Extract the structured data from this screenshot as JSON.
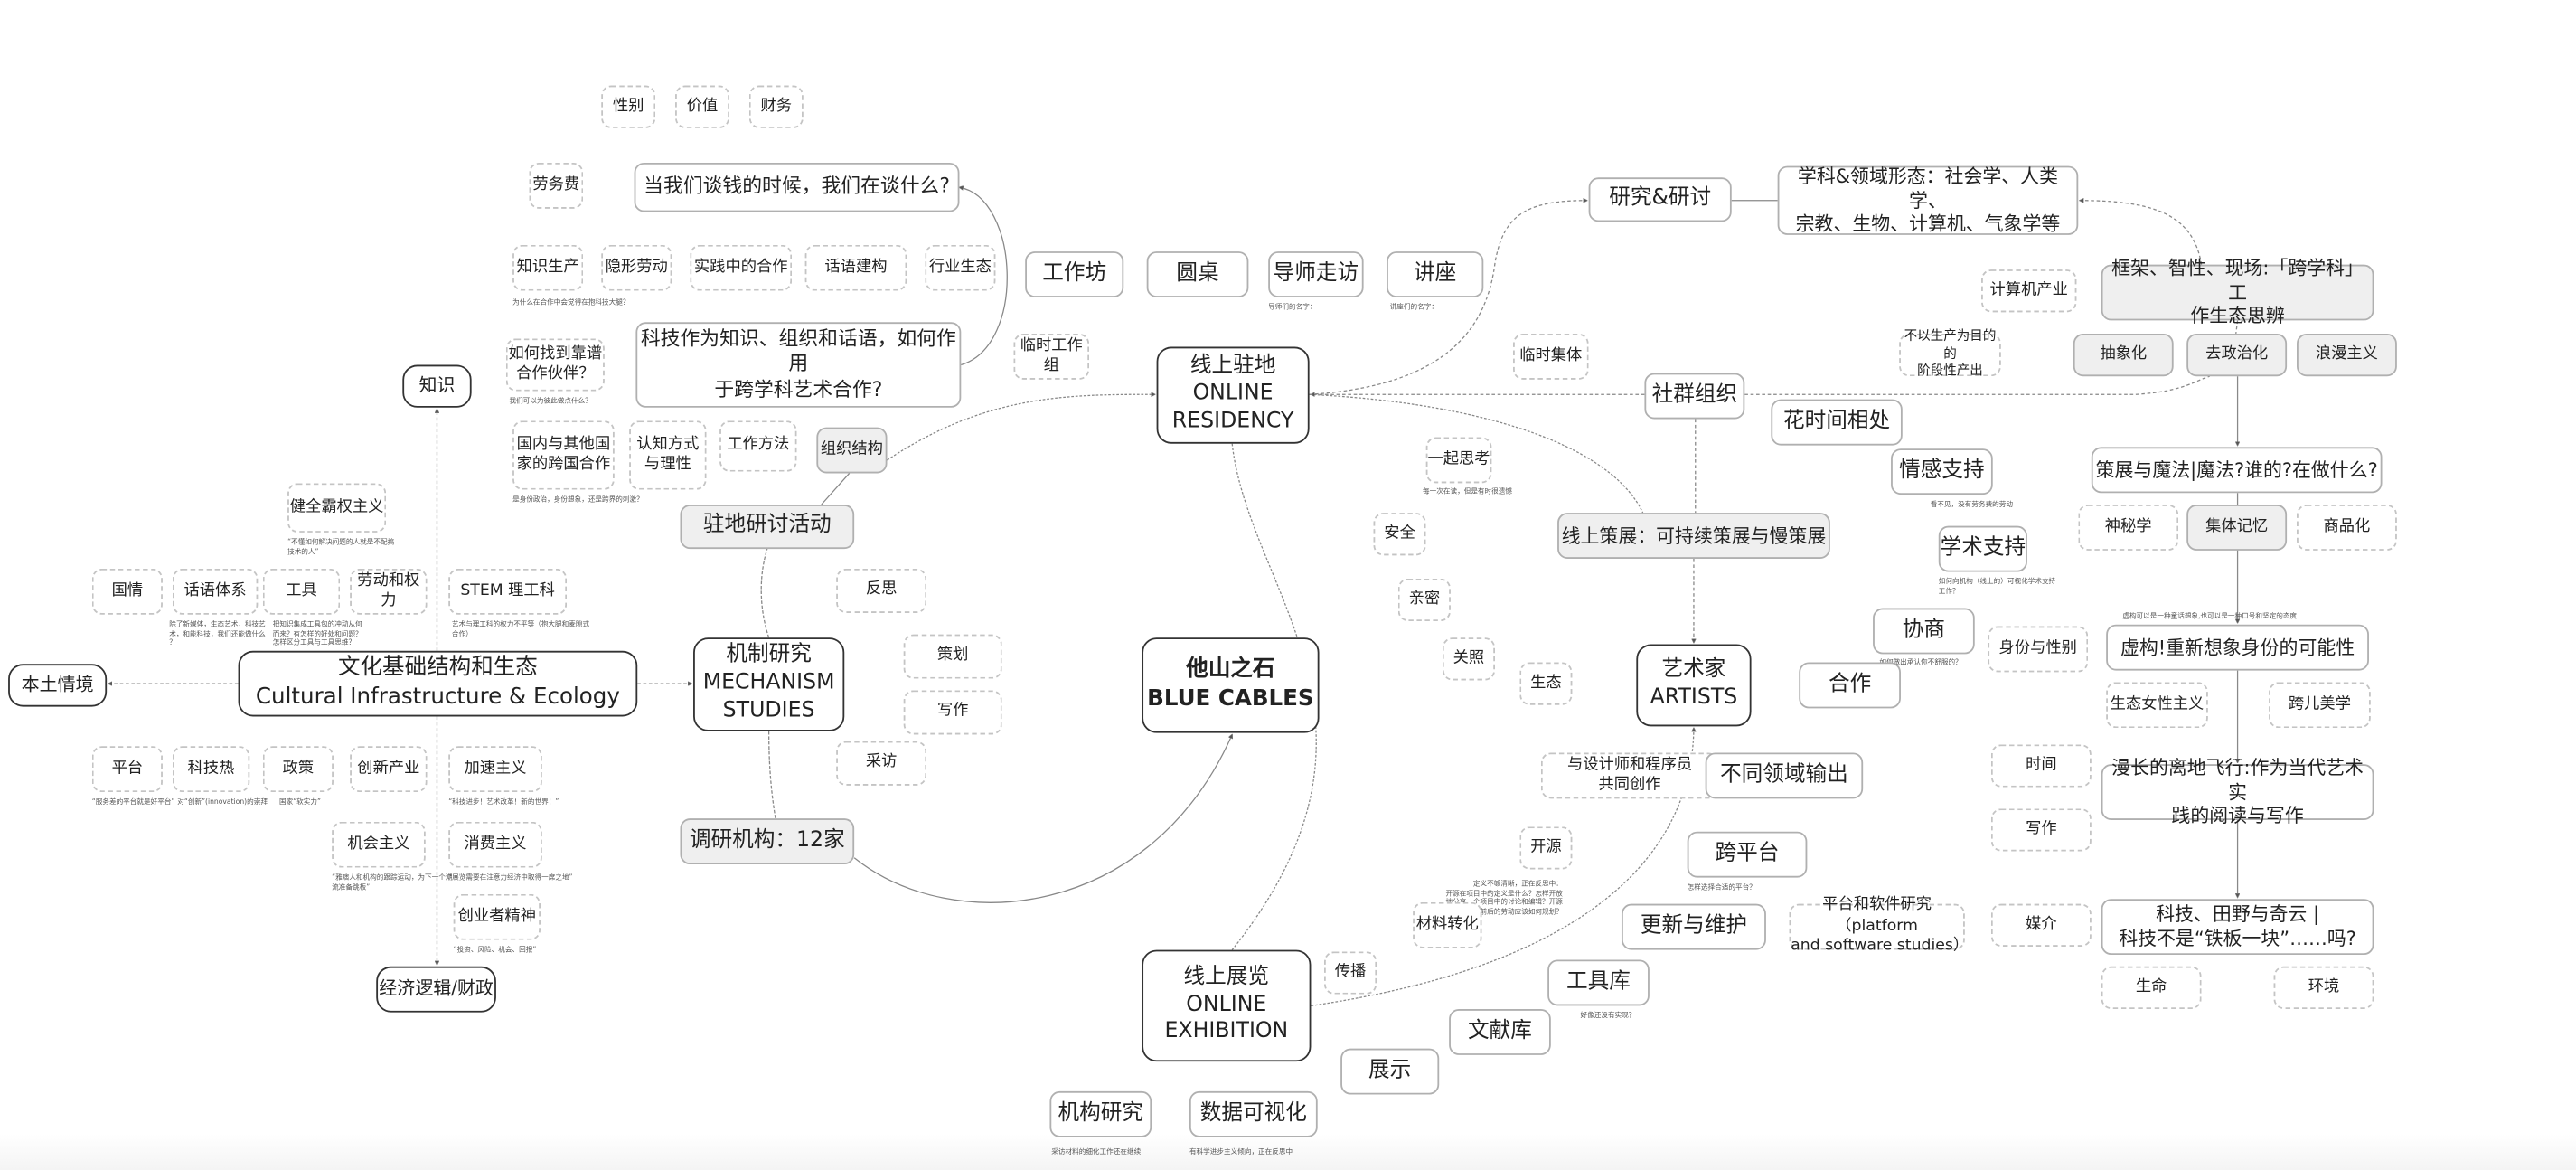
{
  "nodes": {
    "n_gender": {
      "label": "性别"
    },
    "n_value": {
      "label": "价值"
    },
    "n_finance": {
      "label": "财务"
    },
    "n_fee": {
      "label": "劳务费"
    },
    "n_money": {
      "label": "当我们谈钱的时候，我们在谈什么?"
    },
    "n_knowprod": {
      "label": "知识生产",
      "note": "为什么在合作中会觉得在抱科技大腿？"
    },
    "n_invisible": {
      "label": "隐形劳动"
    },
    "n_practice": {
      "label": "实践中的合作"
    },
    "n_discourse": {
      "label": "话语建构"
    },
    "n_industry": {
      "label": "行业生态"
    },
    "n_partner": {
      "label": "如何找到靠谱\n合作伙伴？",
      "note": "我们可以为彼此做点什么？"
    },
    "n_tech": {
      "label": "科技作为知识、组织和话语，如何作用\n于跨学科艺术合作?"
    },
    "n_transnational": {
      "label": "国内与其他国\n家的跨国合作",
      "note": "是身份政治，身份想象，还是跨界的刺激？"
    },
    "n_cognition": {
      "label": "认知方式\n与理性"
    },
    "n_method": {
      "label": "工作方法"
    },
    "n_org": {
      "label": "组织结构"
    },
    "n_knowledge": {
      "label": "知识"
    },
    "n_hegemony": {
      "label": "健全霸权主义",
      "note": "“不懂如何解决问题的人就是不配搞\n技术的人”"
    },
    "n_national": {
      "label": "国情"
    },
    "n_discsys": {
      "label": "话语体系",
      "note": "除了新媒体，生态艺术，科技艺\n术，和能科技，我们还能做什么\n？"
    },
    "n_tools": {
      "label": "工具",
      "note": "把知识集成工具包的冲动从何\n而来？有怎样的好处和问题？\n怎样区分工具与工具思维？"
    },
    "n_labor": {
      "label": "劳动和权力"
    },
    "n_stem": {
      "label": "STEM 理工科",
      "note": "艺术与理工科的权力不平等（抱大腿和麦隙式\n合作）"
    },
    "n_local": {
      "label": "本土情境"
    },
    "n_center": {
      "label": "文化基础结构和生态\nCultural Infrastructure & Ecology"
    },
    "n_platform": {
      "label": "平台",
      "note": "“服务差的平台就是好平台”"
    },
    "n_techfever": {
      "label": "科技热",
      "note": "对“创新”(innovation)的崇拜"
    },
    "n_policy": {
      "label": "政策",
      "note": "国家“软实力”"
    },
    "n_creative": {
      "label": "创新产业"
    },
    "n_accel": {
      "label": "加速主义",
      "note": "“科技进步！艺术改革！新的世界！”"
    },
    "n_opport": {
      "label": "机会主义",
      "note": "“雅痞人和机构的跟踪运动，为下一个潮\n流准备跳板”"
    },
    "n_consum": {
      "label": "消费主义",
      "note": "“展览需要在注意力经济中取得一席之地”"
    },
    "n_entre": {
      "label": "创业者精神",
      "note": "“投资、风险、机会、回报”"
    },
    "n_econ": {
      "label": "经济逻辑/财政"
    },
    "n_resact": {
      "label": "驻地研讨活动"
    },
    "n_reflect": {
      "label": "反思"
    },
    "n_mech": {
      "label": "机制研究\nMECHANISM\nSTUDIES"
    },
    "n_plan": {
      "label": "策划"
    },
    "n_write1": {
      "label": "写作"
    },
    "n_interview": {
      "label": "采访"
    },
    "n_survey": {
      "label": "调研机构：12家"
    },
    "n_blue": {
      "label": "他山之石\nBLUE CABLES"
    },
    "n_workshop": {
      "label": "工作坊"
    },
    "n_roundtable": {
      "label": "圆桌"
    },
    "n_mentor": {
      "label": "导师走访",
      "note": "导师们的名字："
    },
    "n_lecture": {
      "label": "讲座",
      "note": "讲座们的名字："
    },
    "n_tempgroup": {
      "label": "临时工作组"
    },
    "n_residency": {
      "label": "线上驻地\nONLINE\nRESIDENCY"
    },
    "n_tempcoll": {
      "label": "临时集体"
    },
    "n_research": {
      "label": "研究&研讨"
    },
    "n_discipline": {
      "label": "学科&领域形态：社会学、人类学、\n宗教、生物、计算机、气象学等"
    },
    "n_framework": {
      "label": "框架、智性、现场:「跨学科」工\n作生态思辨"
    },
    "n_computing": {
      "label": "计算机产业"
    },
    "n_nonprod": {
      "label": "不以生产为目的的\n阶段性产出"
    },
    "n_abstract": {
      "label": "抽象化"
    },
    "n_depol": {
      "label": "去政治化"
    },
    "n_romantic": {
      "label": "浪漫主义"
    },
    "n_community": {
      "label": "社群组织"
    },
    "n_timetogether": {
      "label": "花时间相处"
    },
    "n_emotion": {
      "label": "情感支持",
      "note": "看不见，没有劳务费的劳动"
    },
    "n_academic": {
      "label": "学术支持",
      "note": "如何向机构（线上的）可视化学术支持\n工作？"
    },
    "n_magic": {
      "label": "策展与魔法|魔法?谁的?在做什么?"
    },
    "n_occult": {
      "label": "神秘学"
    },
    "n_memory": {
      "label": "集体记忆"
    },
    "n_commod": {
      "label": "商品化"
    },
    "n_think": {
      "label": "一起思考",
      "note": "每一次在读，但是有时很遗憾"
    },
    "n_safety": {
      "label": "安全"
    },
    "n_curation": {
      "label": "线上策展：可持续策展与慢策展"
    },
    "n_intimacy": {
      "label": "亲密"
    },
    "n_care": {
      "label": "关照"
    },
    "n_eco": {
      "label": "生态"
    },
    "n_artists": {
      "label": "艺术家\nARTISTS"
    },
    "n_negotiate": {
      "label": "协商",
      "note": "如何做出承认你不舒服的？"
    },
    "n_identity": {
      "label": "身份与性别"
    },
    "n_fiction": {
      "label": "虚构!重新想象身份的可能性",
      "note": "虚构可以是一种童话想象,也可以是一种口号和坚定的态度"
    },
    "n_coop": {
      "label": "合作"
    },
    "n_ecofem": {
      "label": "生态女性主义"
    },
    "n_trans": {
      "label": "跨儿美学"
    },
    "n_cocreate": {
      "label": "与设计师和程序员\n共同创作"
    },
    "n_output": {
      "label": "不同领域输出"
    },
    "n_time2": {
      "label": "时间"
    },
    "n_flight": {
      "label": "漫长的离地飞行:作为当代艺术实\n践的阅读与写作"
    },
    "n_write2": {
      "label": "写作"
    },
    "n_opensrc": {
      "label": "开源",
      "note": "定义不够清晰，正在反思中：\n开源在项目中的定义是什么？怎样开放\n地分享一个项目中的讨论和编辑？开源\n前后的劳动应该如何规划？"
    },
    "n_crossplat": {
      "label": "跨平台",
      "note": "怎样选择合适的平台？"
    },
    "n_update": {
      "label": "更新与维护"
    },
    "n_platstudy": {
      "label": "平台和软件研究（platform\nand software studies）"
    },
    "n_media": {
      "label": "媒介"
    },
    "n_techfield": {
      "label": "科技、田野与奇云 |\n科技不是“铁板一块”……吗?"
    },
    "n_material": {
      "label": "材料转化"
    },
    "n_spread": {
      "label": "传播"
    },
    "n_toolkit": {
      "label": "工具库",
      "note": "好像还没有实现？"
    },
    "n_life": {
      "label": "生命"
    },
    "n_env": {
      "label": "环境"
    },
    "n_archive": {
      "label": "文献库"
    },
    "n_display": {
      "label": "展示"
    },
    "n_exhibition": {
      "label": "线上展览\nONLINE\nEXHIBITION"
    },
    "n_inst": {
      "label": "机构研究",
      "note": "采访材料的细化工作还在继续"
    },
    "n_dataviz": {
      "label": "数据可视化",
      "note": "有科学进步主义倾向，正在反思中"
    }
  }
}
